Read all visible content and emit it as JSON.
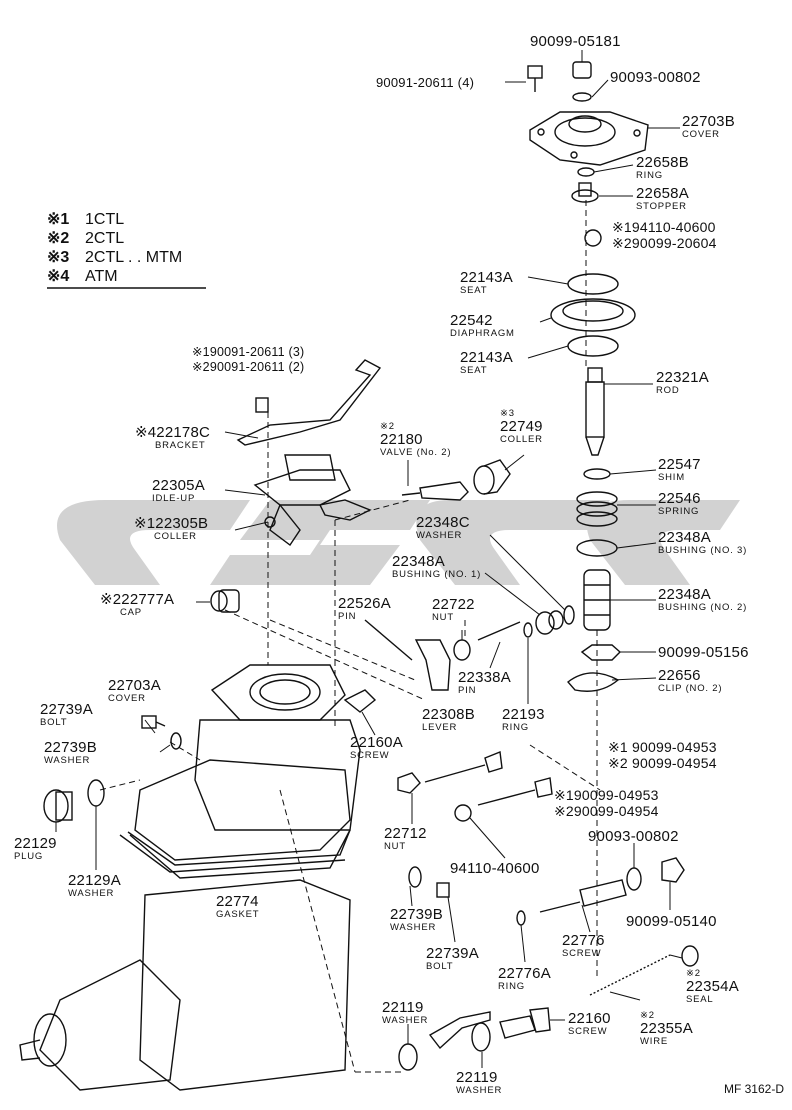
{
  "legend": [
    {
      "marker": "※1",
      "text": "1CTL"
    },
    {
      "marker": "※2",
      "text": "2CTL"
    },
    {
      "marker": "※3",
      "text": "2CTL . . MTM"
    },
    {
      "marker": "※4",
      "text": "ATM"
    }
  ],
  "callouts": {
    "c01": {
      "num": "90099-05181",
      "name": ""
    },
    "c02": {
      "num": "90091-20611 (4)",
      "name": ""
    },
    "c03": {
      "num": "90093-00802",
      "name": ""
    },
    "c04": {
      "num": "22703B",
      "name": "COVER"
    },
    "c05": {
      "num": "22658B",
      "name": "RING"
    },
    "c06": {
      "num": "22658A",
      "name": "STOPPER"
    },
    "c07": {
      "num": "※194110-40600",
      "name": ""
    },
    "c08": {
      "num": "※290099-20604",
      "name": ""
    },
    "c09": {
      "num": "22143A",
      "name": "SEAT"
    },
    "c10": {
      "num": "22542",
      "name": "DIAPHRAGM"
    },
    "c11": {
      "num": "22143A",
      "name": "SEAT"
    },
    "c12": {
      "num": "22321A",
      "name": "ROD"
    },
    "c13": {
      "num": "※190091-20611 (3)",
      "name": ""
    },
    "c14": {
      "num": "※290091-20611 (2)",
      "name": ""
    },
    "c15": {
      "num": "※422178C",
      "name": "BRACKET"
    },
    "c16": {
      "num": "22180",
      "name": "VALVE (No. 2)",
      "pre": "※2"
    },
    "c17": {
      "num": "22749",
      "name": "COLLER",
      "pre": "※3"
    },
    "c18": {
      "num": "22547",
      "name": "SHIM"
    },
    "c19": {
      "num": "22305A",
      "name": "IDLE-UP"
    },
    "c20": {
      "num": "22546",
      "name": "SPRING"
    },
    "c21": {
      "num": "※122305B",
      "name": "COLLER"
    },
    "c22": {
      "num": "22348C",
      "name": "WASHER"
    },
    "c23": {
      "num": "22348A",
      "name": "BUSHING (NO. 3)"
    },
    "c24": {
      "num": "22348A",
      "name": "BUSHING (NO. 1)"
    },
    "c25": {
      "num": "※222777A",
      "name": "CAP"
    },
    "c26": {
      "num": "22526A",
      "name": "PIN"
    },
    "c27": {
      "num": "22722",
      "name": "NUT"
    },
    "c28": {
      "num": "22348A",
      "name": "BUSHING (NO. 2)"
    },
    "c29": {
      "num": "90099-05156",
      "name": ""
    },
    "c30": {
      "num": "22703A",
      "name": "COVER"
    },
    "c31": {
      "num": "22338A",
      "name": "PIN"
    },
    "c32": {
      "num": "22656",
      "name": "CLIP (NO. 2)"
    },
    "c33": {
      "num": "22739A",
      "name": "BOLT"
    },
    "c34": {
      "num": "22308B",
      "name": "LEVER"
    },
    "c35": {
      "num": "22193",
      "name": "RING"
    },
    "c36": {
      "num": "22160A",
      "name": "SCREW"
    },
    "c37": {
      "num": "22739B",
      "name": "WASHER"
    },
    "c38": {
      "num": "※1 90099-04953",
      "name": ""
    },
    "c39": {
      "num": "※2 90099-04954",
      "name": ""
    },
    "c40": {
      "num": "※190099-04953",
      "name": ""
    },
    "c41": {
      "num": "※290099-04954",
      "name": ""
    },
    "c42": {
      "num": "22129",
      "name": "PLUG"
    },
    "c43": {
      "num": "22712",
      "name": "NUT"
    },
    "c44": {
      "num": "22129A",
      "name": "WASHER"
    },
    "c45": {
      "num": "94110-40600",
      "name": ""
    },
    "c46": {
      "num": "90093-00802",
      "name": ""
    },
    "c47": {
      "num": "22774",
      "name": "GASKET"
    },
    "c48": {
      "num": "22739B",
      "name": "WASHER"
    },
    "c49": {
      "num": "90099-05140",
      "name": ""
    },
    "c50": {
      "num": "22776",
      "name": "SCREW"
    },
    "c51": {
      "num": "22739A",
      "name": "BOLT"
    },
    "c52": {
      "num": "22776A",
      "name": "RING"
    },
    "c53": {
      "num": "22354A",
      "name": "SEAL",
      "pre": "※2"
    },
    "c54": {
      "num": "22119",
      "name": "WASHER"
    },
    "c55": {
      "num": "22160",
      "name": "SCREW"
    },
    "c56": {
      "num": "22355A",
      "name": "WIRE",
      "pre": "※2"
    },
    "c57": {
      "num": "22119",
      "name": "WASHER"
    }
  },
  "footer": "MF 3162-D"
}
